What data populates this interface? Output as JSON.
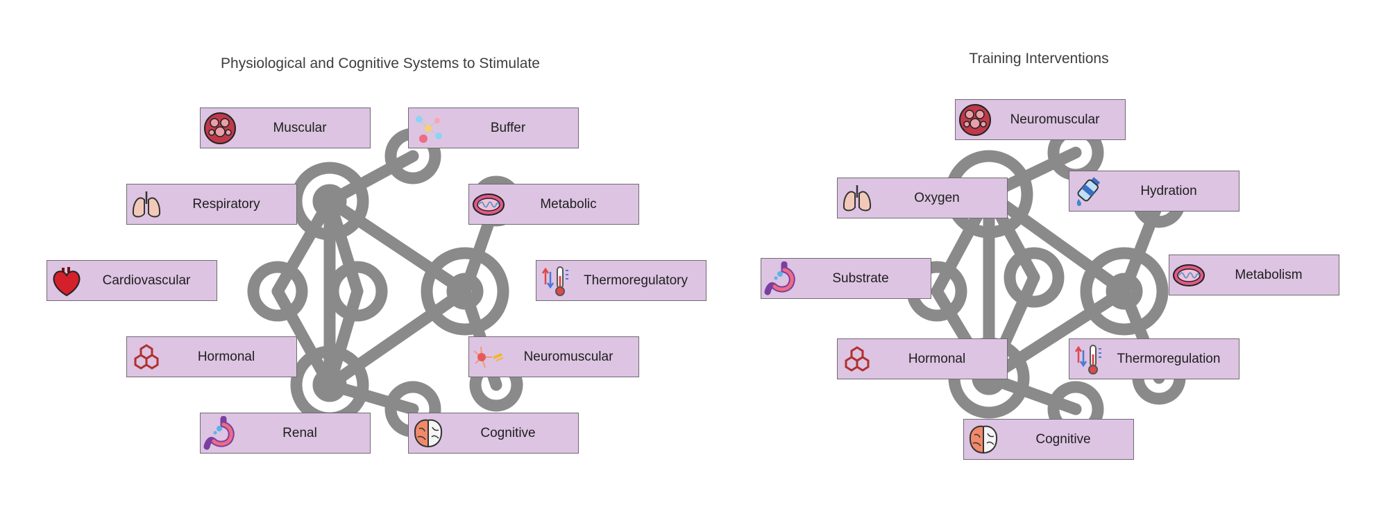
{
  "panels": {
    "left": {
      "title": "Physiological and Cognitive Systems to Stimulate",
      "boxes": [
        {
          "label": "Muscular",
          "icon": "muscle-tissue-icon"
        },
        {
          "label": "Buffer",
          "icon": "molecule-icon"
        },
        {
          "label": "Respiratory",
          "icon": "lungs-icon"
        },
        {
          "label": "Metabolic",
          "icon": "mitochondria-icon"
        },
        {
          "label": "Cardiovascular",
          "icon": "heart-icon"
        },
        {
          "label": "Thermoregulatory",
          "icon": "thermometer-icon"
        },
        {
          "label": "Hormonal",
          "icon": "hormone-icon"
        },
        {
          "label": "Neuromuscular",
          "icon": "neuron-icon"
        },
        {
          "label": "Renal",
          "icon": "stomach-icon"
        },
        {
          "label": "Cognitive",
          "icon": "brain-icon"
        }
      ]
    },
    "right": {
      "title": "Training Interventions",
      "boxes": [
        {
          "label": "Neuromuscular",
          "icon": "muscle-tissue-icon"
        },
        {
          "label": "Oxygen",
          "icon": "lungs-icon"
        },
        {
          "label": "Hydration",
          "icon": "water-bottle-icon"
        },
        {
          "label": "Substrate",
          "icon": "stomach-icon"
        },
        {
          "label": "Metabolism",
          "icon": "mitochondria-icon"
        },
        {
          "label": "Hormonal",
          "icon": "hormone-icon"
        },
        {
          "label": "Thermoregulation",
          "icon": "thermometer-icon"
        },
        {
          "label": "Cognitive",
          "icon": "brain-icon"
        }
      ]
    }
  },
  "colors": {
    "network": "#8a8a8a",
    "box_fill": "#dcc4e2",
    "box_border": "#6f6a70"
  }
}
